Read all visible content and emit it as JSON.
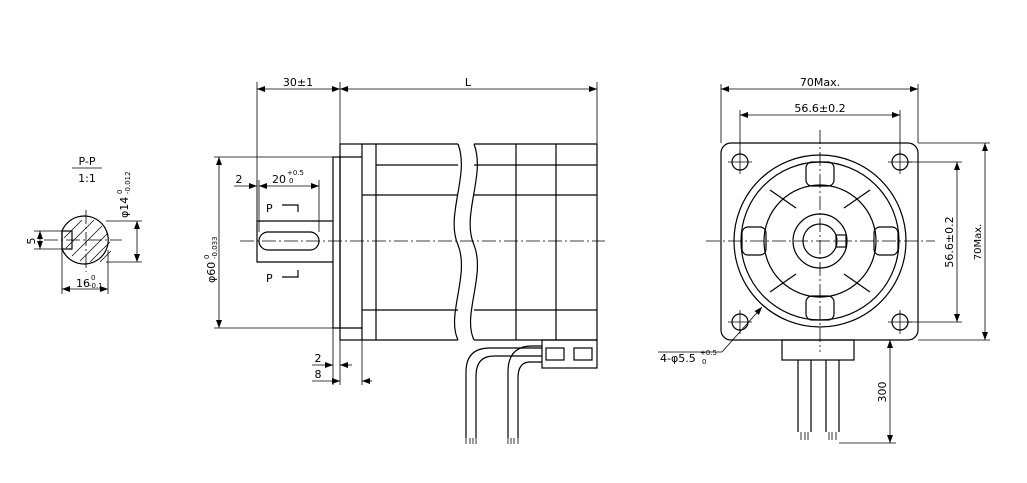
{
  "section_view": {
    "title": "P-P",
    "scale": "1:1",
    "key_width": "5",
    "shaft_dia_main": "φ14",
    "shaft_dia_tol_upper": "0",
    "shaft_dia_tol_lower": "-0.012",
    "flat_dim_main": "16",
    "flat_dim_tol_upper": "0",
    "flat_dim_tol_lower": "-0.1"
  },
  "side_view": {
    "shaft_length": "30±1",
    "body_length": "L",
    "key_offset": "2",
    "key_length_main": "20",
    "key_length_tol_upper": "+0.5",
    "key_length_tol_lower": "0",
    "section_mark_top": "P",
    "section_mark_bottom": "P",
    "pilot_dia_main": "φ60",
    "pilot_dia_tol_upper": "0",
    "pilot_dia_tol_lower": "-0.033",
    "pilot_depth": "2",
    "flange_thickness": "8"
  },
  "front_view": {
    "width_max": "70Max.",
    "hole_spacing_h": "56.6±0.2",
    "hole_spacing_v": "56.6±0.2",
    "height_max": "70Max.",
    "holes_main": "4-φ5.5",
    "holes_tol_upper": "+0.5",
    "holes_tol_lower": "0",
    "lead_length": "300"
  }
}
